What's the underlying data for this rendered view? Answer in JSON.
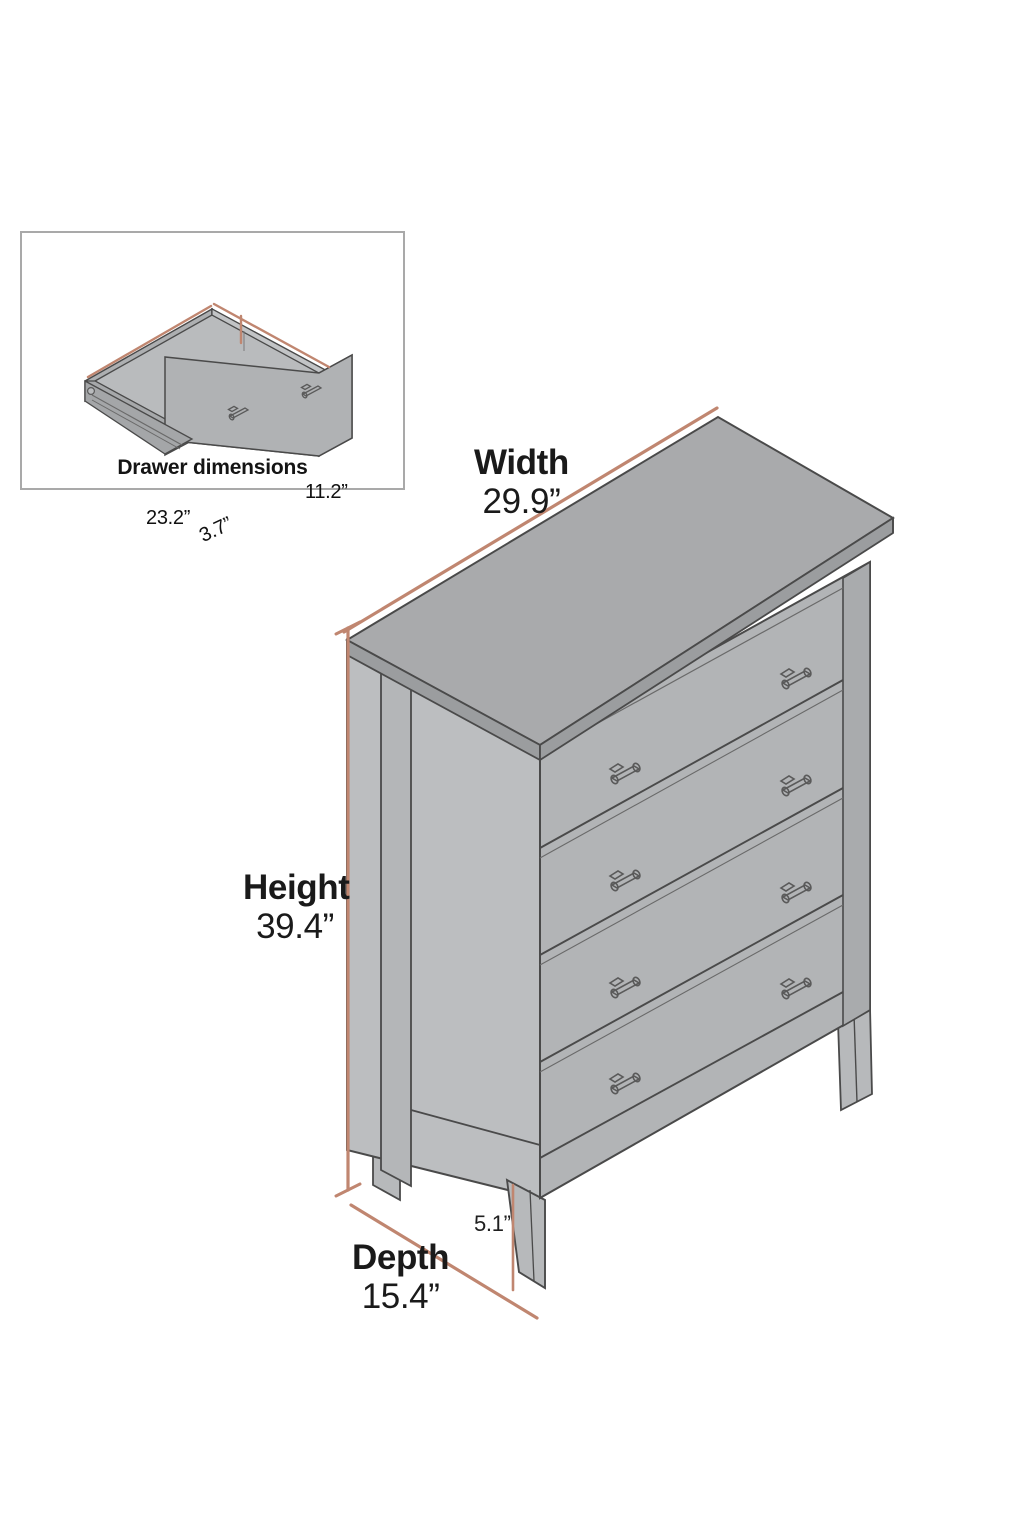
{
  "diagram": {
    "type": "product-dimension-diagram",
    "product": "4-drawer chest of drawers",
    "background_color": "#ffffff",
    "dimension_line_color": "#c08670",
    "body_colors": {
      "top_face": "#a9aaac",
      "side_face": "#bcbec0",
      "front_face": "#b2b4b6",
      "outline": "#4a4a4a"
    }
  },
  "main": {
    "width": {
      "label": "Width",
      "value": "29.9”"
    },
    "height": {
      "label": "Height",
      "value": "39.4”"
    },
    "depth": {
      "label": "Depth",
      "value": "15.4”"
    },
    "leg_height": {
      "value": "5.1”"
    },
    "drawer_count": 4,
    "knobs_per_drawer": 2
  },
  "inset": {
    "caption": "Drawer dimensions",
    "length": "23.2”",
    "width": "11.2”",
    "depth": "3.7”"
  }
}
